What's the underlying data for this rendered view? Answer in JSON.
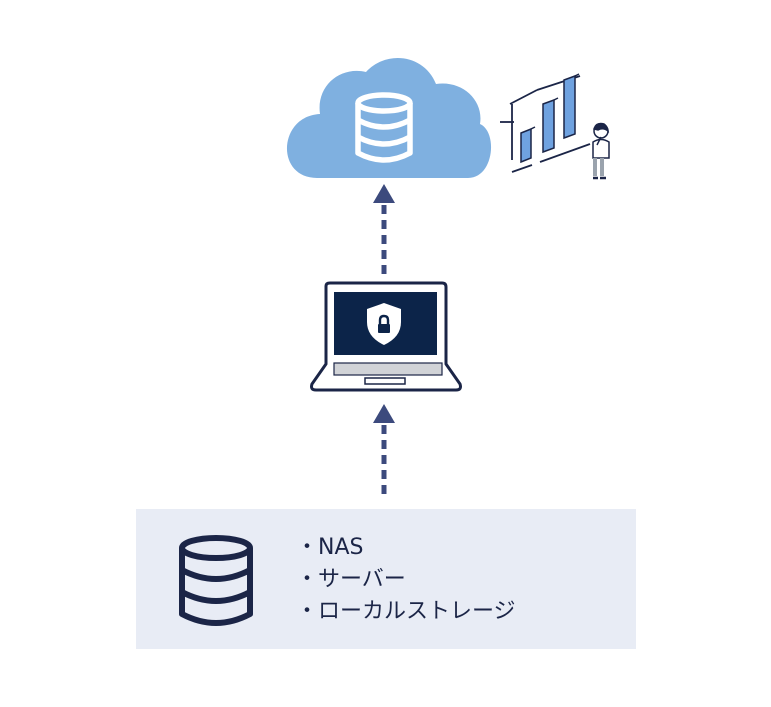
{
  "colors": {
    "cloud": "#7fb0e0",
    "navy": "#1b2547",
    "arrow": "#3c4a7d",
    "panel": "#e8ecf5",
    "screen": "#0c2449",
    "bar": "#6fa2e0"
  },
  "storage": {
    "bullet": "・",
    "items": [
      "NAS",
      "サーバー",
      "ローカルストレージ"
    ]
  }
}
